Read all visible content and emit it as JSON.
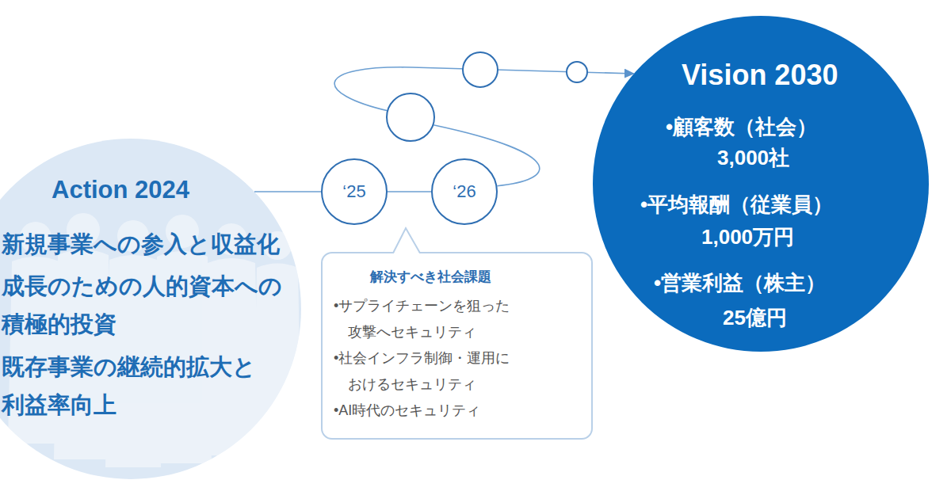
{
  "diagram": {
    "nodes": [
      {
        "text": [
          "Action 2024",
          "新規事業への参入と収益化",
          "成長のための人的資本への積極的投資",
          "既存事業の継続的拡大と利益率向上"
        ]
      },
      {
        "text": [
          "‘25"
        ]
      },
      {
        "text": [
          "‘26"
        ]
      },
      {
        "text": [
          "解決すべき社会課題",
          "•サプライチェーンを狙った 攻撃へセキュリティ",
          "•社会インフラ制御・運用に おけるセキュリティ",
          "•AI時代のセキュリティ"
        ]
      },
      {
        "text": [
          "Vision 2030",
          "•顧客数（社会）",
          "3,000社",
          "•平均報酬（従業員）",
          "1,000万円",
          "•営業利益（株主）",
          "25億円"
        ]
      }
    ],
    "edges": [
      {
        "from": 0,
        "to": 1,
        "arrow": "none"
      },
      {
        "from": 1,
        "to": 2,
        "arrow": "none"
      },
      {
        "from": 2,
        "to": 4,
        "arrow": "to"
      }
    ]
  }
}
